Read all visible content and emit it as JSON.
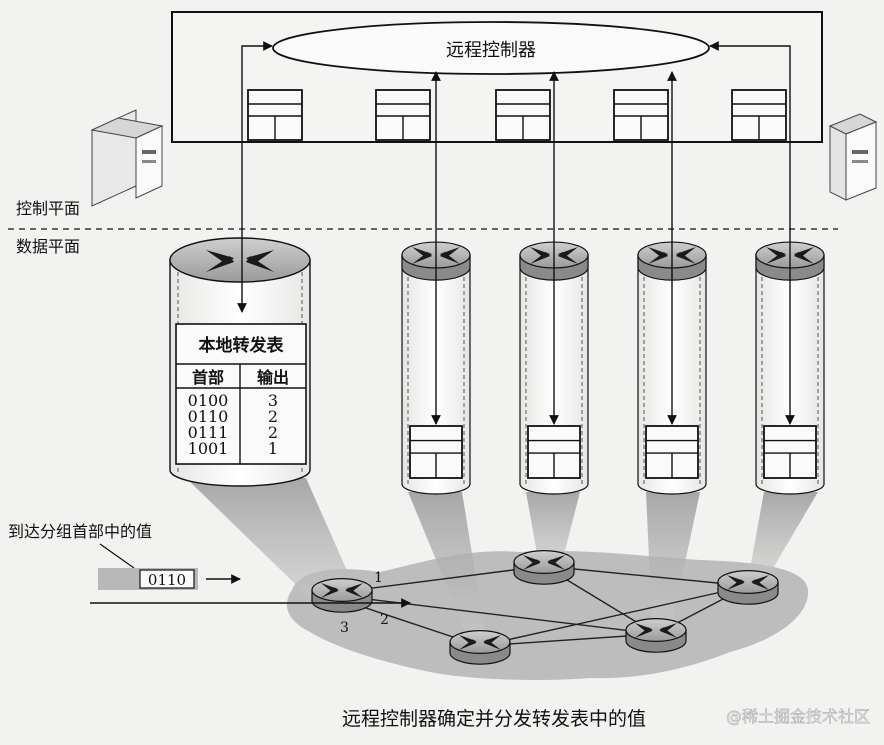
{
  "controller": {
    "label": "远程控制器"
  },
  "planes": {
    "control": "控制平面",
    "data": "数据平面"
  },
  "local_table": {
    "title": "本地转发表",
    "col_header": "首部",
    "col_output": "输出",
    "rows": [
      {
        "header": "0100",
        "output": "3"
      },
      {
        "header": "0110",
        "output": "2"
      },
      {
        "header": "0111",
        "output": "2"
      },
      {
        "header": "1001",
        "output": "1"
      }
    ]
  },
  "packet": {
    "caption": "到达分组首部中的值",
    "value": "0110"
  },
  "ports": {
    "p1": "1",
    "p2": "2",
    "p3": "3"
  },
  "figure_caption": "远程控制器确定并分发转发表中的值",
  "watermark": "@稀土掘金技术社区"
}
